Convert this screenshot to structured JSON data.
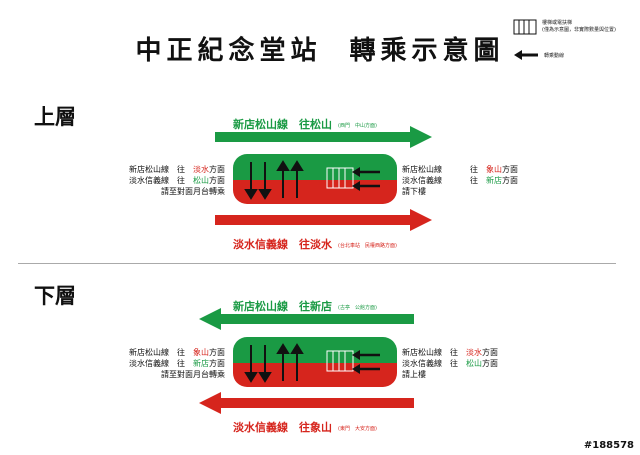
{
  "title": {
    "station": "中正紀念堂站",
    "subject": "轉乘示意圖"
  },
  "legend": {
    "stair_text_1": "樓梯或電扶梯",
    "stair_text_2": "(僅為示意圖，非實際數量與位置)",
    "arrow_text": "轉乘動線"
  },
  "colors": {
    "green": "#1a9a44",
    "red": "#d6251d"
  },
  "upper": {
    "label": "上層",
    "top_line": {
      "name": "新店松山線",
      "dir": "往松山",
      "sub": "(西門　中山方面)",
      "arrow": "right"
    },
    "bottom_line": {
      "name": "淡水信義線",
      "dir": "往淡水",
      "sub": "(台北車站　民權西路方面)",
      "arrow": "right"
    },
    "left_info": {
      "row1": {
        "line": "新店松山線",
        "wang": "往",
        "dest": "淡水",
        "suffix": "方面"
      },
      "row2": {
        "line": "淡水信義線",
        "wang": "往",
        "dest": "松山",
        "suffix": "方面"
      },
      "row3": "請至對面月台轉乘"
    },
    "right_info": {
      "row1": {
        "line": "新店松山線",
        "wang": "往",
        "dest": "象山",
        "suffix": "方面"
      },
      "row2": {
        "line": "淡水信義線",
        "wang": "往",
        "dest": "新店",
        "suffix": "方面"
      },
      "row3": "請下樓"
    }
  },
  "lower": {
    "label": "下層",
    "top_line": {
      "name": "新店松山線",
      "dir": "往新店",
      "sub": "(古亭　公館方面)",
      "arrow": "left"
    },
    "bottom_line": {
      "name": "淡水信義線",
      "dir": "往象山",
      "sub": "(東門　大安方面)",
      "arrow": "left"
    },
    "left_info": {
      "row1": {
        "line": "新店松山線",
        "wang": "往",
        "dest": "象山",
        "suffix": "方面"
      },
      "row2": {
        "line": "淡水信義線",
        "wang": "往",
        "dest": "新店",
        "suffix": "方面"
      },
      "row3": "請至對面月台轉乘"
    },
    "right_info": {
      "row1": {
        "line": "新店松山線",
        "wang": "往",
        "dest": "淡水",
        "suffix": "方面"
      },
      "row2": {
        "line": "淡水信義線",
        "wang": "往",
        "dest": "松山",
        "suffix": "方面"
      },
      "row3": "請上樓"
    }
  },
  "reference": "#188578"
}
